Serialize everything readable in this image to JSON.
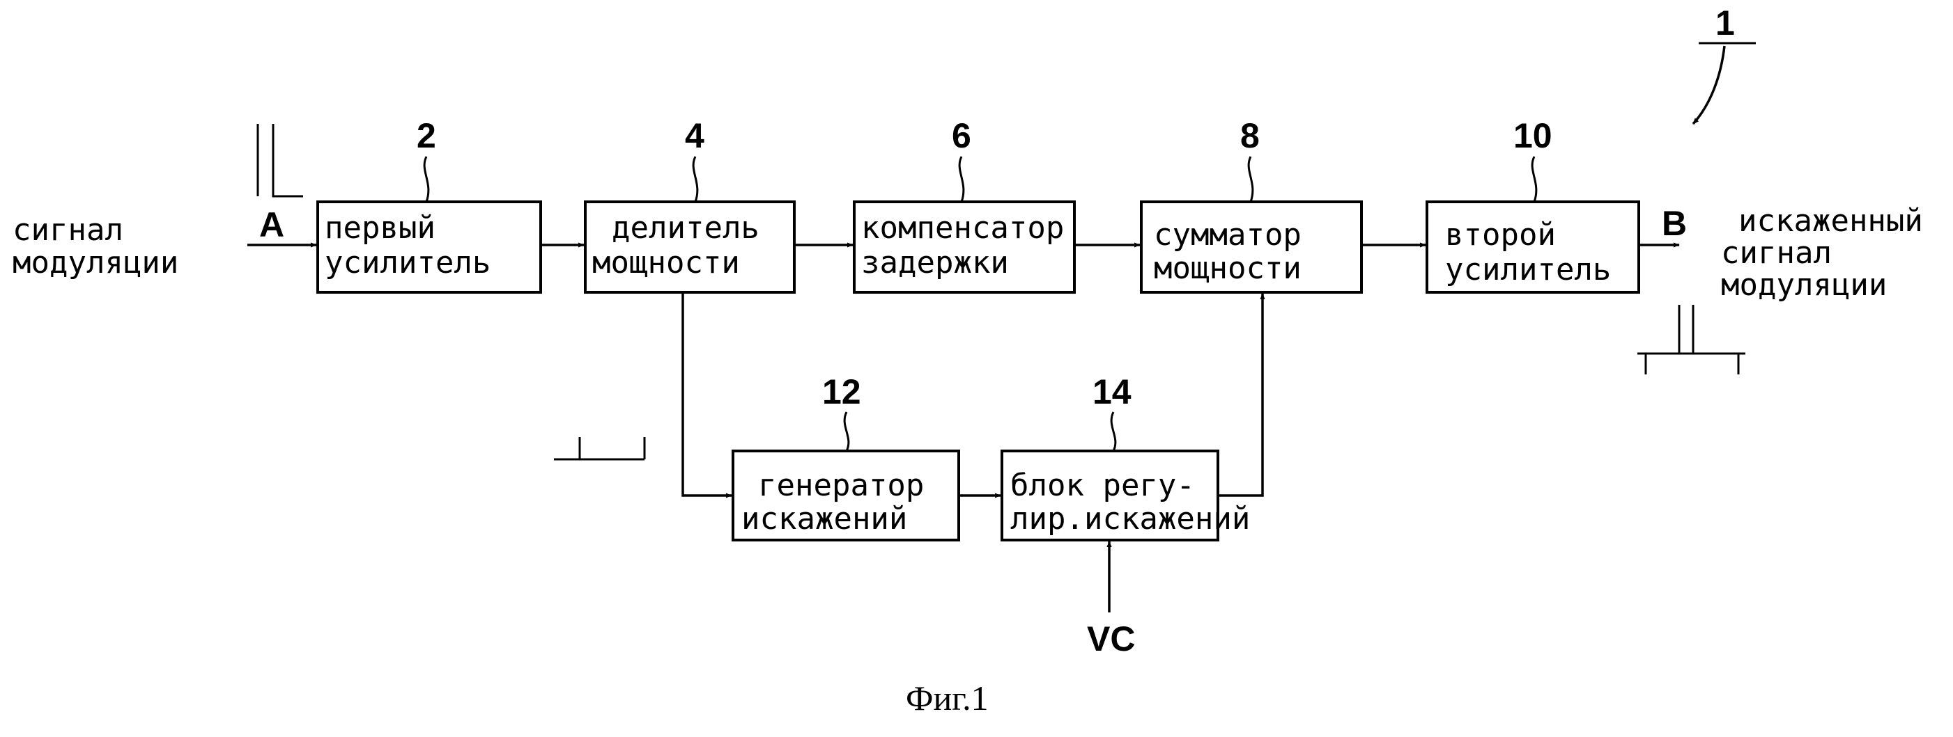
{
  "diagram": {
    "ref_number": "1",
    "caption": "Фиг.1",
    "input": {
      "label_line1": "сигнал",
      "label_line2": "модуляции",
      "node": "A"
    },
    "output": {
      "label_line1": "искаженный",
      "label_line2": "сигнал",
      "label_line3": "модуляции",
      "node": "B"
    },
    "control_input": "VC",
    "blocks": [
      {
        "id": "2",
        "line1": "первый",
        "line2": "усилитель"
      },
      {
        "id": "4",
        "line1": "делитель",
        "line2": "мощности"
      },
      {
        "id": "6",
        "line1": "компенсатор",
        "line2": "задержки"
      },
      {
        "id": "8",
        "line1": "сумматор",
        "line2": "мощности"
      },
      {
        "id": "10",
        "line1": "второй",
        "line2": "усилитель"
      },
      {
        "id": "12",
        "line1": "генератор",
        "line2": "искажений"
      },
      {
        "id": "14",
        "line1": "блок регу-",
        "line2": "лир.искажений"
      }
    ]
  }
}
